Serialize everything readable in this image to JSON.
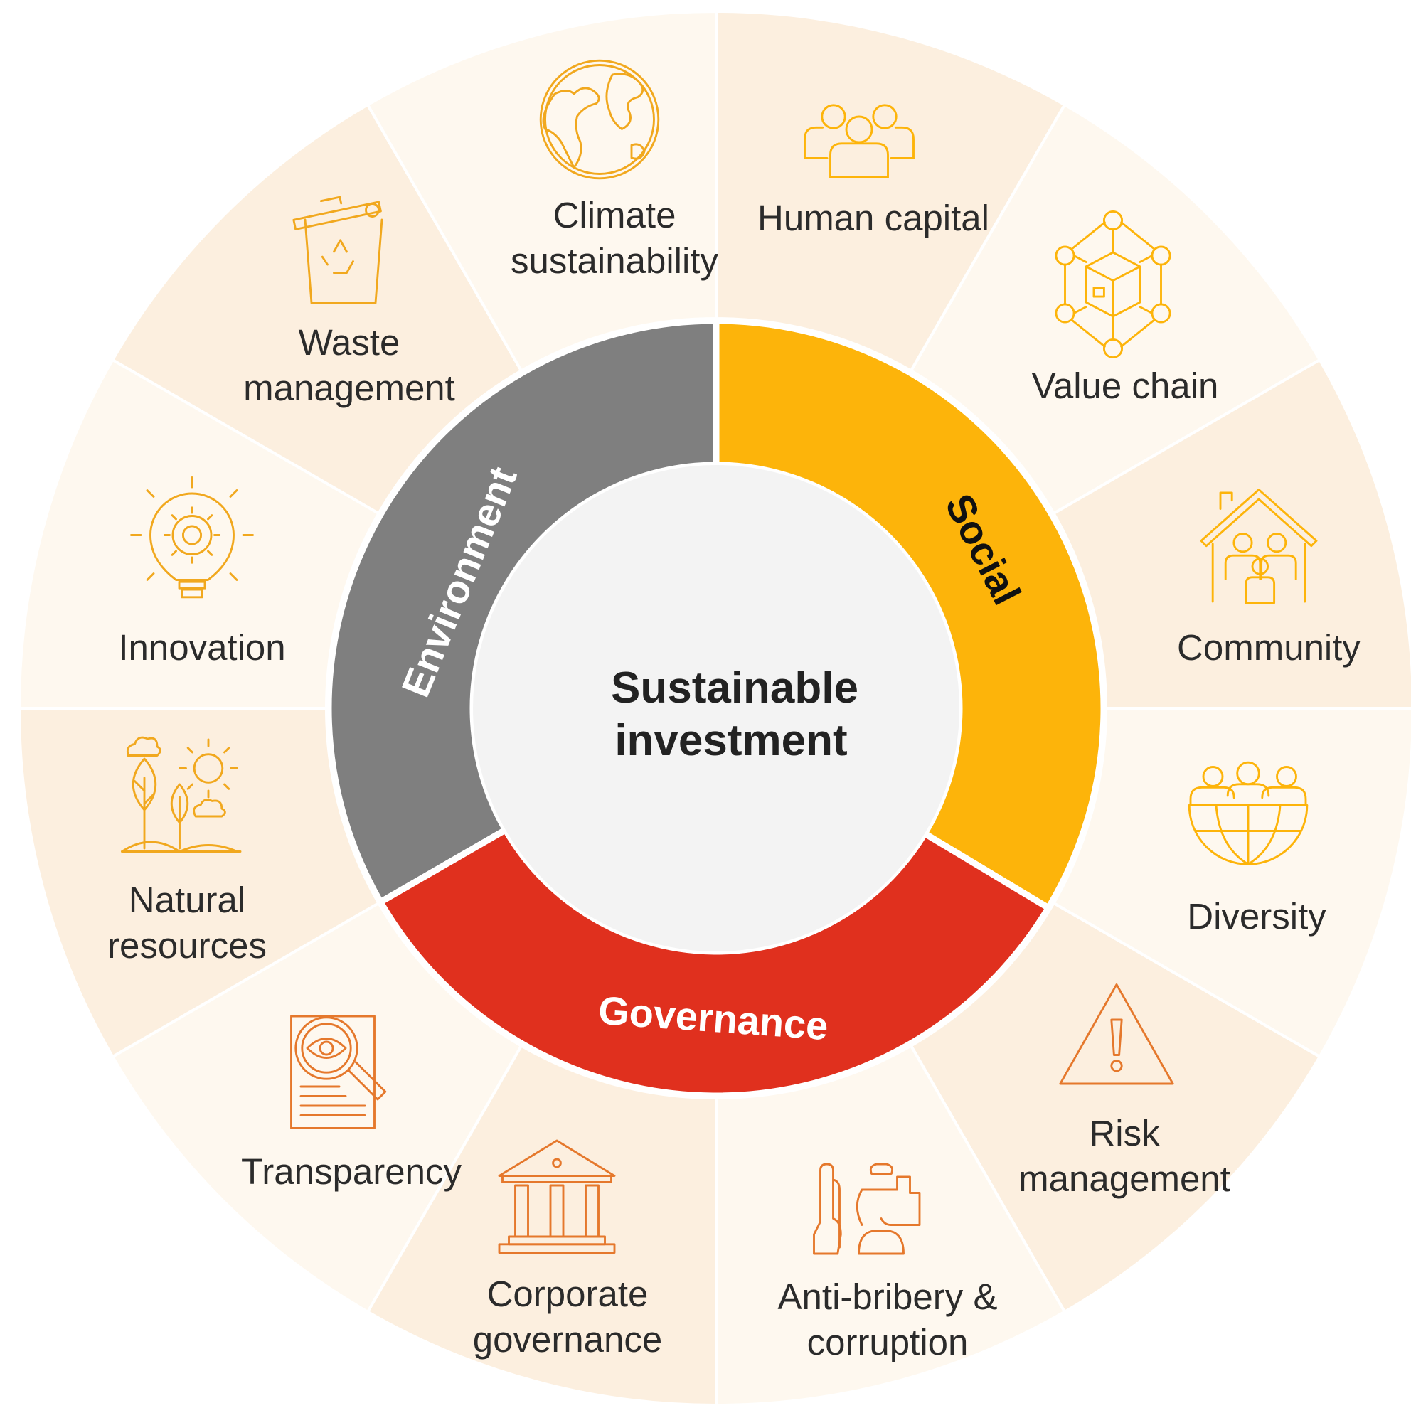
{
  "center": {
    "line1": "Sustainable",
    "line2": "investment"
  },
  "pillars": [
    {
      "label": "Environment",
      "color": "#7f7f7f",
      "text_color": "#ffffff"
    },
    {
      "label": "Social",
      "color": "#fdb40a",
      "text_color": "#111111"
    },
    {
      "label": "Governance",
      "color": "#e0301e",
      "text_color": "#ffffff"
    }
  ],
  "segments": [
    {
      "icon": "people-icon",
      "lines": [
        "Human capital"
      ],
      "pillar": "Social"
    },
    {
      "icon": "network-box-icon",
      "lines": [
        "Value chain"
      ],
      "pillar": "Social"
    },
    {
      "icon": "house-family-icon",
      "lines": [
        "Community"
      ],
      "pillar": "Social"
    },
    {
      "icon": "globe-people-icon",
      "lines": [
        "Diversity"
      ],
      "pillar": "Social"
    },
    {
      "icon": "warning-triangle-icon",
      "lines": [
        "Risk",
        "management"
      ],
      "pillar": "Governance"
    },
    {
      "icon": "refuse-bribe-hands-icon",
      "lines": [
        "Anti-bribery &",
        "corruption"
      ],
      "pillar": "Governance"
    },
    {
      "icon": "institution-building-icon",
      "lines": [
        "Corporate",
        "governance"
      ],
      "pillar": "Governance"
    },
    {
      "icon": "magnifier-eye-document-icon",
      "lines": [
        "Transparency"
      ],
      "pillar": "Governance"
    },
    {
      "icon": "trees-sun-icon",
      "lines": [
        "Natural",
        "resources"
      ],
      "pillar": "Environment"
    },
    {
      "icon": "lightbulb-gear-icon",
      "lines": [
        "Innovation"
      ],
      "pillar": "Environment"
    },
    {
      "icon": "recycle-bin-icon",
      "lines": [
        "Waste",
        "management"
      ],
      "pillar": "Environment"
    },
    {
      "icon": "earth-globe-icon",
      "lines": [
        "Climate",
        "sustainability"
      ],
      "pillar": "Environment"
    }
  ],
  "colors": {
    "segment_light": "#fef8ef",
    "segment_dark": "#fcefdf",
    "center_fill": "#f3f3f3",
    "icon_social": "#fdb40a",
    "icon_environment": "#f1a81e",
    "icon_governance": "#e5782c",
    "text": "#2b2b2b"
  }
}
